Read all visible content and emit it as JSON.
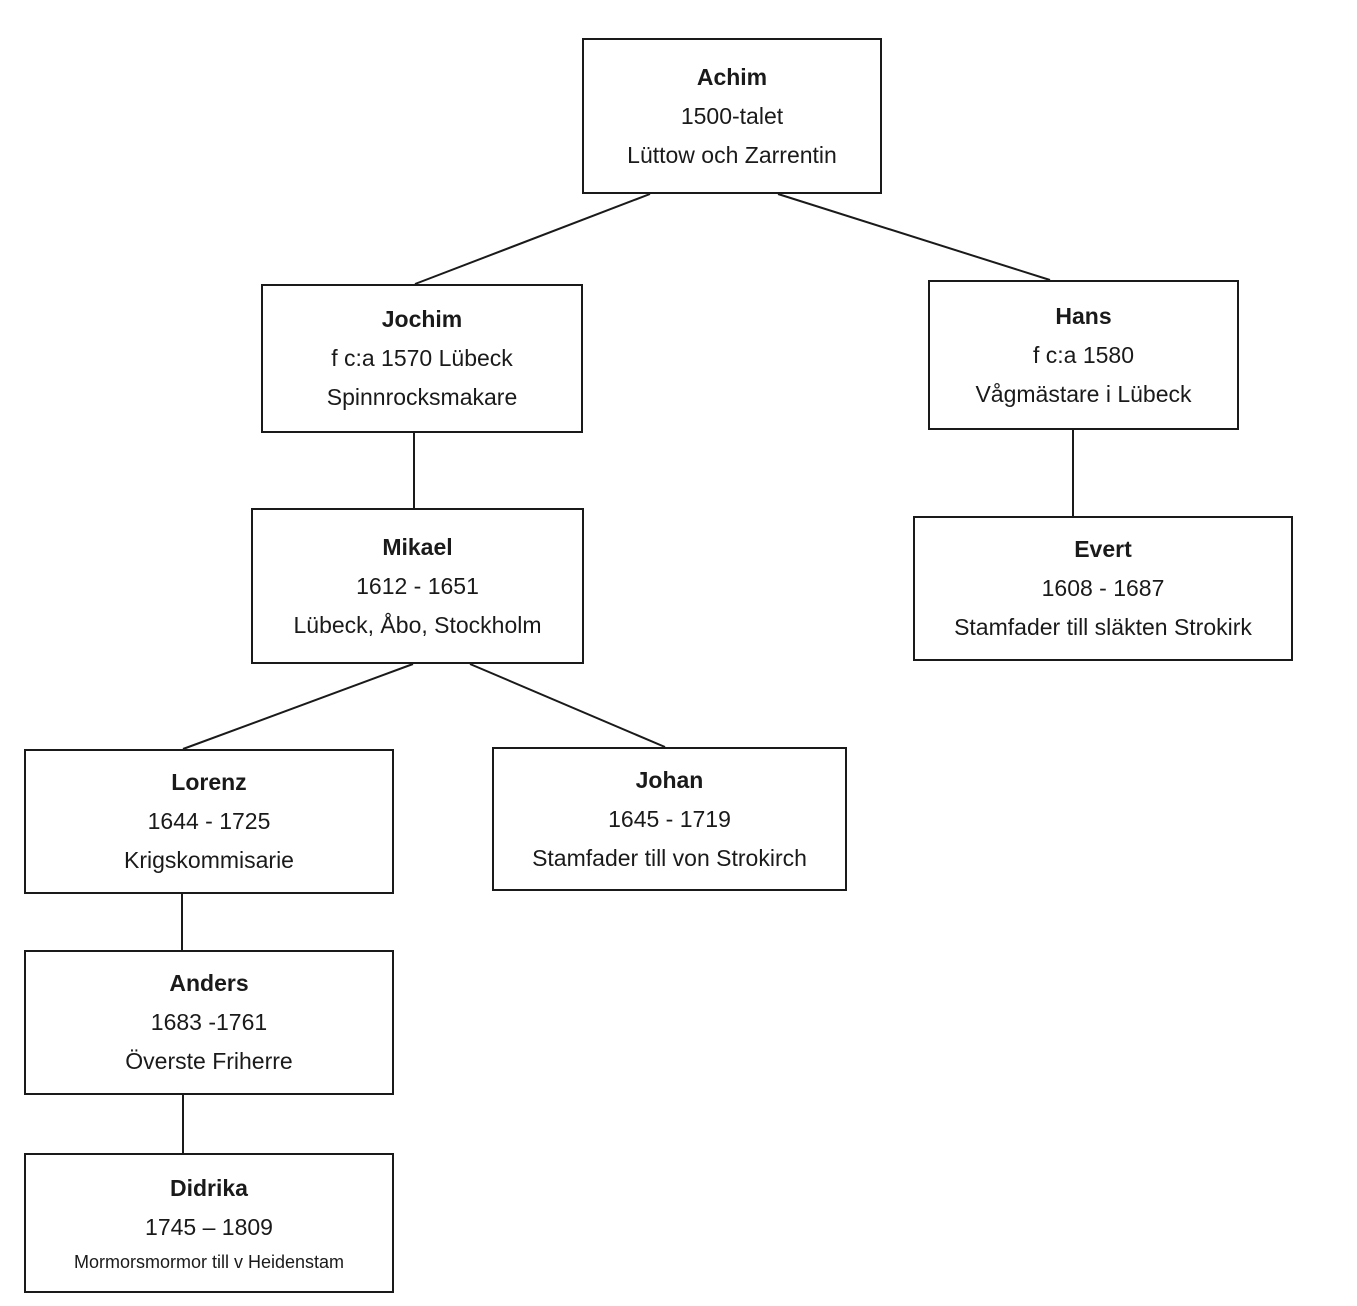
{
  "nodes": {
    "achim": {
      "name": "Achim",
      "years": "1500-talet",
      "desc": "Lüttow och Zarrentin"
    },
    "jochim": {
      "name": "Jochim",
      "years": "f c:a 1570 Lübeck",
      "desc": "Spinnrocksmakare"
    },
    "hans": {
      "name": "Hans",
      "years": "f c:a 1580",
      "desc": "Vågmästare i Lübeck"
    },
    "mikael": {
      "name": "Mikael",
      "years": "1612 - 1651",
      "desc": "Lübeck, Åbo, Stockholm"
    },
    "evert": {
      "name": "Evert",
      "years": "1608 - 1687",
      "desc": "Stamfader till släkten Strokirk"
    },
    "lorenz": {
      "name": "Lorenz",
      "years": "1644 - 1725",
      "desc": "Krigskommisarie"
    },
    "johan": {
      "name": "Johan",
      "years": "1645 - 1719",
      "desc": "Stamfader till von Strokirch"
    },
    "anders": {
      "name": "Anders",
      "years": "1683 -1761",
      "desc": "Överste Friherre"
    },
    "didrika": {
      "name": "Didrika",
      "years": "1745 – 1809",
      "desc": "Mormorsmormor till v Heidenstam"
    }
  },
  "edges": [
    {
      "from": "achim",
      "to": "jochim"
    },
    {
      "from": "achim",
      "to": "hans"
    },
    {
      "from": "jochim",
      "to": "mikael"
    },
    {
      "from": "hans",
      "to": "evert"
    },
    {
      "from": "mikael",
      "to": "lorenz"
    },
    {
      "from": "mikael",
      "to": "johan"
    },
    {
      "from": "lorenz",
      "to": "anders"
    },
    {
      "from": "anders",
      "to": "didrika"
    }
  ]
}
